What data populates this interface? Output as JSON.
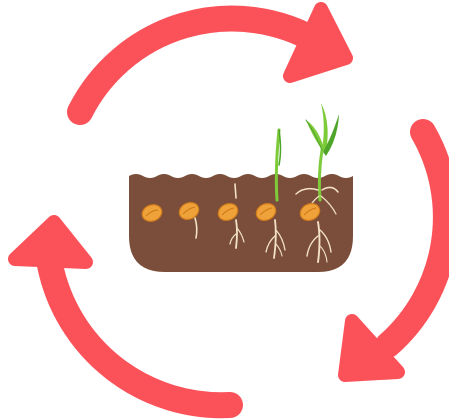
{
  "diagram": {
    "type": "seed-germination-cycle",
    "arrow_count": 3,
    "stage_count": 5,
    "stages": [
      {
        "name": "dry-seed-icon",
        "root_level": 0,
        "shoot_level": 0
      },
      {
        "name": "swelling-seed-icon",
        "root_level": 0.35,
        "shoot_level": 0
      },
      {
        "name": "rooting-seed-icon",
        "root_level": 0.7,
        "shoot_level": 0
      },
      {
        "name": "sprouting-seed-icon",
        "root_level": 1.0,
        "shoot_level": 0.6
      },
      {
        "name": "seedling-icon",
        "root_level": 1.0,
        "shoot_level": 1.0
      }
    ]
  },
  "colors": {
    "arrow": "#fb525a",
    "soil": "#7a4e3a",
    "seed": "#f0a23a",
    "seed_outline": "#d17c1c",
    "root": "#f3e2c5",
    "shoot": "#7ecb3a",
    "shoot_dark": "#4fa52a"
  }
}
